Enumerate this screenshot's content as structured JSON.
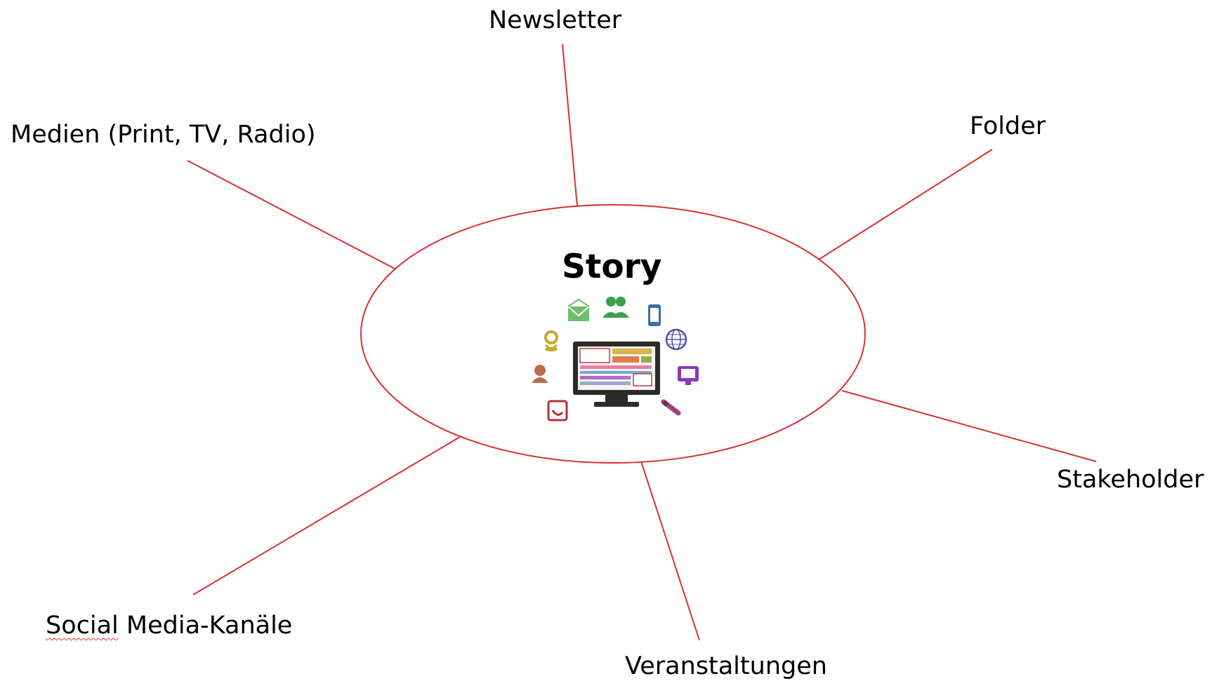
{
  "center": {
    "title": "Story"
  },
  "labels": {
    "newsletter": "Newsletter",
    "medien": "Medien (Print, TV, Radio)",
    "folder": "Folder",
    "stakeholder": "Stakeholder",
    "veranstaltungen": "Veranstaltungen",
    "social_word1": "Social",
    "social_rest": " Media-Kanäle"
  },
  "icons": [
    "envelope-icon",
    "people-icon",
    "smartphone-icon",
    "globe-icon",
    "location-pin-icon",
    "monitor-icon",
    "person-icon",
    "tv-icon",
    "phone-icon",
    "pencil-icon"
  ],
  "colors": {
    "connector": "#d93030",
    "ellipse": "#d93030",
    "text": "#000000"
  }
}
